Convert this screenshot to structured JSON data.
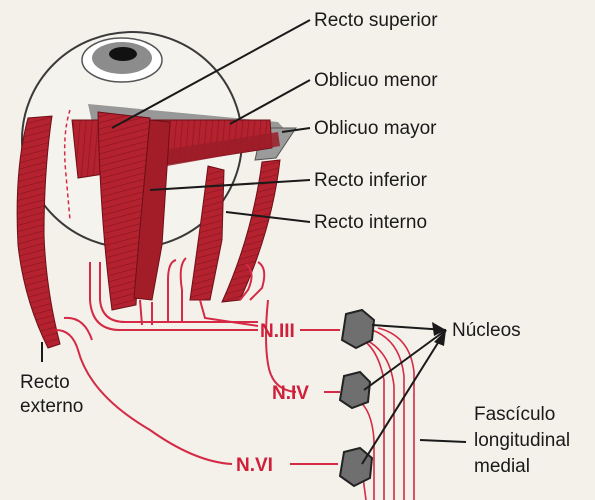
{
  "labels": {
    "recto_superior": "Recto superior",
    "oblicuo_menor": "Oblicuo menor",
    "oblicuo_mayor": "Oblicuo mayor",
    "recto_inferior": "Recto inferior",
    "recto_interno": "Recto interno",
    "recto_externo_1": "Recto",
    "recto_externo_2": "externo",
    "nucleos": "Núcleos",
    "fasciculo_1": "Fascículo",
    "fasciculo_2": "longitudinal",
    "fasciculo_3": "medial"
  },
  "nerves": {
    "n3": "N.III",
    "n4": "N.IV",
    "n6": "N.VI"
  },
  "colors": {
    "muscle": "#b3222e",
    "nerve": "#d42a45",
    "nucleus": "#6f6f6f",
    "eyeball": "#f5f3ee"
  }
}
